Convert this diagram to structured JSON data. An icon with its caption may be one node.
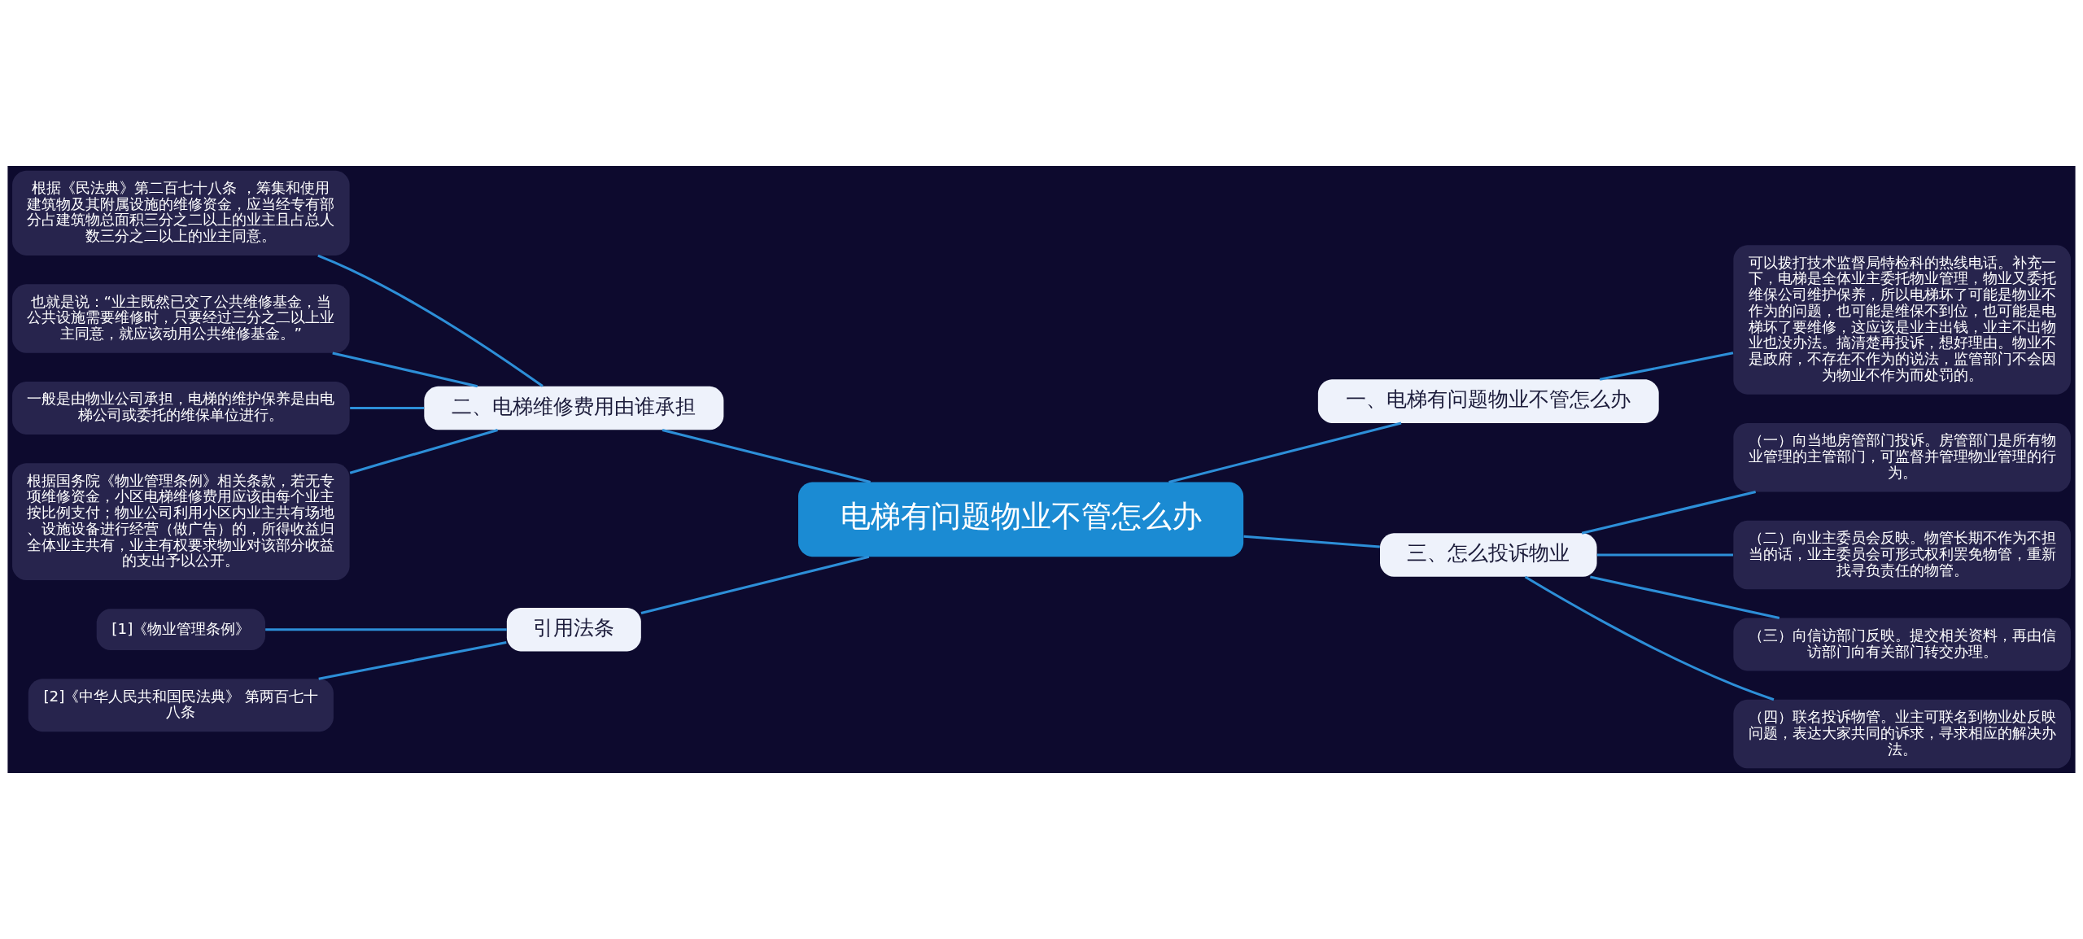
{
  "diagram": {
    "nodes": [
      {
        "text": [
          "电梯有问题物业不管怎么办"
        ]
      },
      {
        "text": [
          "一、电梯有问题物业不管怎么办"
        ]
      },
      {
        "text": [
          "可以拨打技术监督局特检科的热线电话。补充一下，电梯是全体业主委托物业管理，物业又委托维保公司维护保养，所以电梯坏了可能是物业不作为的问题，也可能是维保不到位，也可能是电梯坏了要维修，这应该是业主出钱，业主不出物业也没办法。搞清楚再投诉，想好理由。物业不是政府，不存在不作为的说法，监管部门不会因为物业不作为而处罚的。"
        ]
      },
      {
        "text": [
          "二、电梯维修费用由谁承担"
        ]
      },
      {
        "text": [
          "根据《民法典》第二百七十八条 ，筹集和使用建筑物及其附属设施的维修资金，应当经专有部分占建筑物总面积三分之二以上的业主且占总人数三分之二以上的业主同意。"
        ]
      },
      {
        "text": [
          "也就是说：“业主既然已交了公共维修基金，当公共设施需要维修时，只要经过三分之二以上业主同意，就应该动用公共维修基金。”"
        ]
      },
      {
        "text": [
          "一般是由物业公司承担，电梯的维护保养是由电梯公司或委托的维保单位进行。"
        ]
      },
      {
        "text": [
          "根据国务院《物业管理条例》相关条款，若无专项维修资金，小区电梯维修费用应该由每个业主按比例支付；物业公司利用小区内业主共有场地、设施设备进行经营（做广告）的，所得收益归全体业主共有，业主有权要求物业对该部分收益的支出予以公开。"
        ]
      },
      {
        "text": [
          "三、怎么投诉物业"
        ]
      },
      {
        "text": [
          "（一）向当地房管部门投诉。房管部门是所有物业管理的主管部门，可监督并管理物业管理的行为。"
        ]
      },
      {
        "text": [
          "（二）向业主委员会反映。物管长期不作为不担当的话，业主委员会可形式权利罢免物管，重新找寻负责任的物管。"
        ]
      },
      {
        "text": [
          "（三）向信访部门反映。提交相关资料，再由信访部门向有关部门转交办理。"
        ]
      },
      {
        "text": [
          "（四）联名投诉物管。业主可联名到物业处反映问题，表达大家共同的诉求，寻求相应的解决办法。"
        ]
      },
      {
        "text": [
          "引用法条"
        ]
      },
      {
        "text": [
          "[1]《物业管理条例》"
        ]
      },
      {
        "text": [
          "[2]《中华人民共和国民法典》 第两百七十八条"
        ]
      }
    ],
    "edges": [
      {
        "from": 0,
        "to": 1,
        "arrow": "none"
      },
      {
        "from": 1,
        "to": 2,
        "arrow": "none"
      },
      {
        "from": 0,
        "to": 3,
        "arrow": "none"
      },
      {
        "from": 3,
        "to": 4,
        "arrow": "none"
      },
      {
        "from": 3,
        "to": 5,
        "arrow": "none"
      },
      {
        "from": 3,
        "to": 6,
        "arrow": "none"
      },
      {
        "from": 3,
        "to": 7,
        "arrow": "none"
      },
      {
        "from": 0,
        "to": 8,
        "arrow": "none"
      },
      {
        "from": 8,
        "to": 9,
        "arrow": "none"
      },
      {
        "from": 8,
        "to": 10,
        "arrow": "none"
      },
      {
        "from": 8,
        "to": 11,
        "arrow": "none"
      },
      {
        "from": 8,
        "to": 12,
        "arrow": "none"
      },
      {
        "from": 0,
        "to": 13,
        "arrow": "none"
      },
      {
        "from": 13,
        "to": 14,
        "arrow": "none"
      },
      {
        "from": 13,
        "to": 15,
        "arrow": "none"
      }
    ]
  }
}
